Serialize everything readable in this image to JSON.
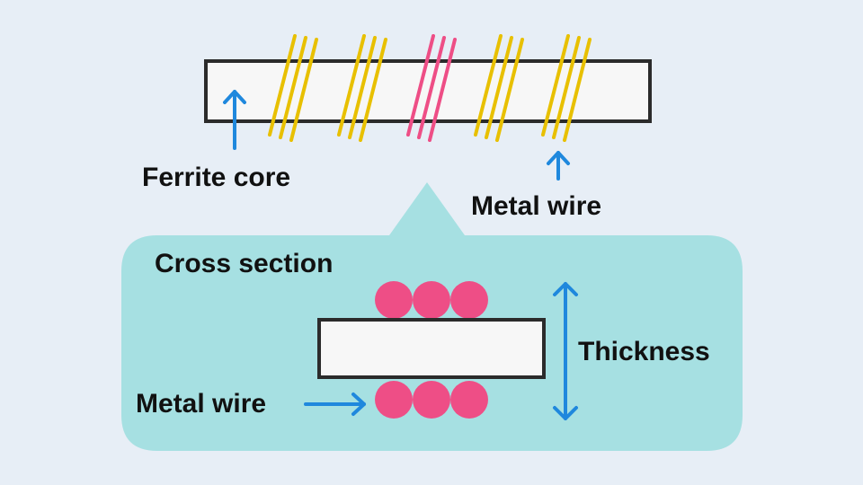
{
  "labels": {
    "ferrite_core": "Ferrite core",
    "metal_wire_top": "Metal wire",
    "cross_section": "Cross section",
    "thickness": "Thickness",
    "metal_wire_bottom": "Metal wire"
  },
  "colors": {
    "background": "#e7eef6",
    "callout": "#a6e0e2",
    "core_fill": "#f7f7f7",
    "core_stroke": "#2b2b2b",
    "wire_yellow": "#e8c000",
    "wire_pink": "#ee4e86",
    "arrow_blue": "#1f88dd"
  },
  "icons": {
    "up_arrow": "arrow-up-icon",
    "right_arrow": "arrow-right-icon",
    "double_arrow": "double-arrow-vertical-icon"
  }
}
